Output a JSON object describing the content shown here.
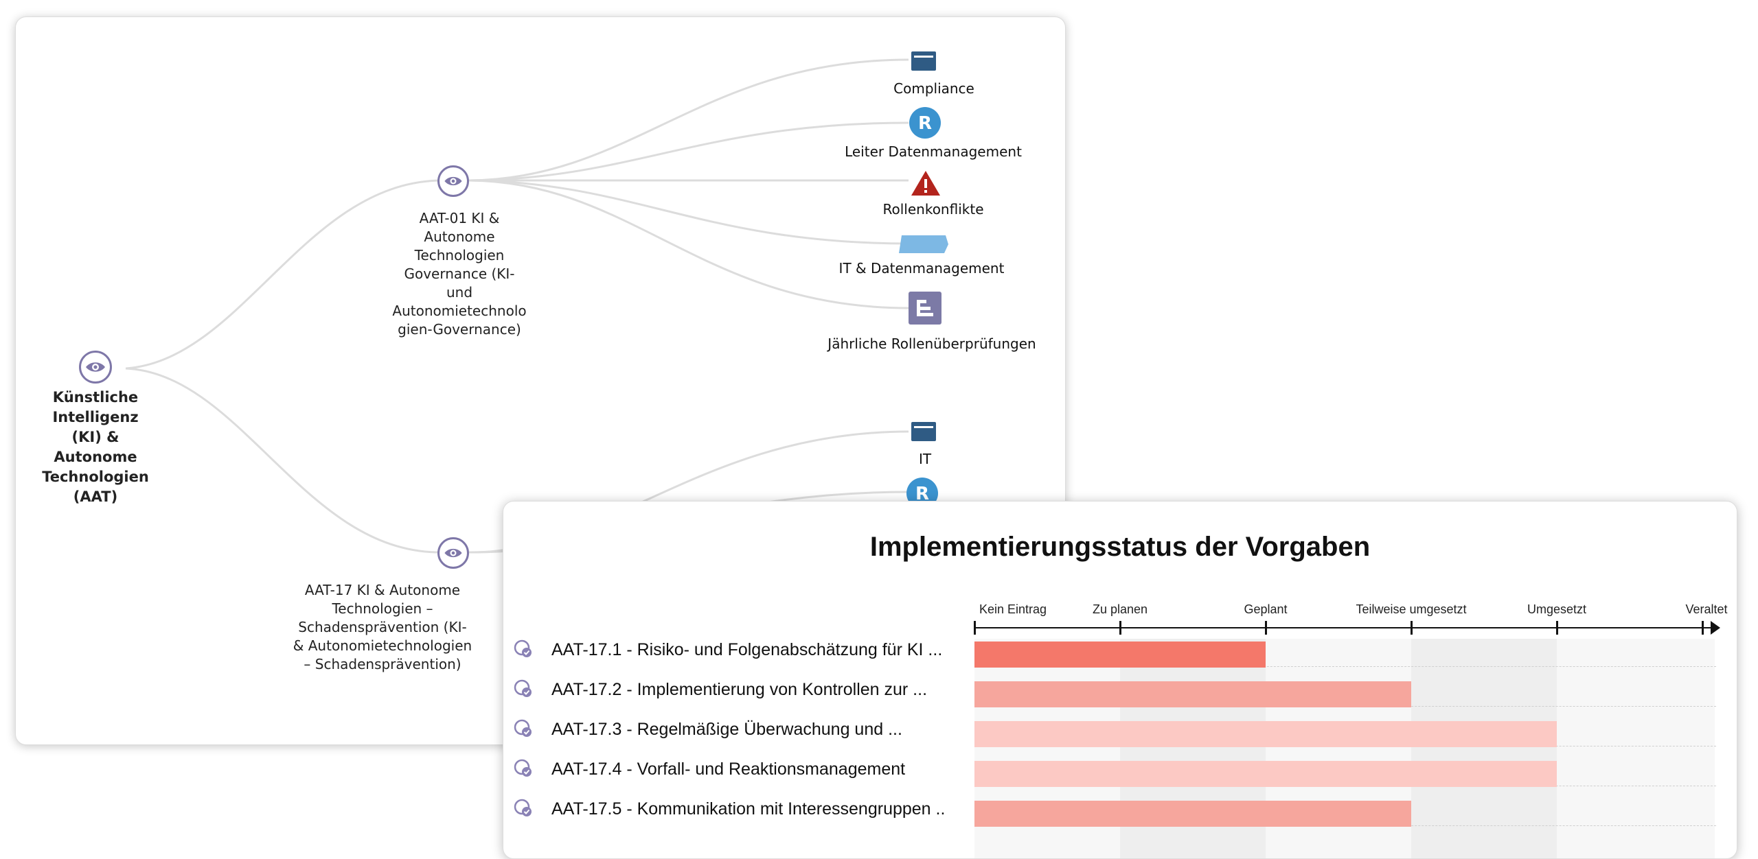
{
  "colors": {
    "eye": "#7e77a8",
    "edge": "#dcdcdc",
    "compliance_icon": "#2f5b84",
    "leiter_icon": "#3b93cf",
    "warning_icon": "#b3241d",
    "it_icon": "#7db8e4",
    "review_icon": "#7c7aa6",
    "bar_geplant": "#f4786a",
    "bar_teilweise": "#f6a69d",
    "bar_umgesetzt": "#fcc9c4"
  },
  "mindmap": {
    "root": {
      "label": "Künstliche Intelligenz (KI) & Autonome Technologien (AAT)",
      "icon": "eye-icon"
    },
    "aat01": {
      "label": "AAT-01 KI & Autonome Technologien Governance (KI- und Autonomietechnolo gien-Governance)",
      "icon": "eye-icon"
    },
    "aat17": {
      "label": "AAT-17 KI & Autonome Technologien – Schadensprävention (KI- & Autonomietechnologien – Schadensprävention)",
      "icon": "eye-icon"
    },
    "leaves": [
      {
        "label": "Compliance",
        "icon": "document-icon"
      },
      {
        "label": "Leiter Datenmanagement",
        "icon": "role-r-icon"
      },
      {
        "label": "Rollenkonflikte",
        "icon": "warning-icon"
      },
      {
        "label": "IT & Datenmanagement",
        "icon": "tag-icon"
      },
      {
        "label": "Jährliche Rollenüberprüfungen",
        "icon": "hierarchy-icon"
      },
      {
        "label": "IT",
        "icon": "document-icon"
      },
      {
        "label": "",
        "icon": "role-r-icon"
      }
    ]
  },
  "status": {
    "title": "Implementierungsstatus der Vorgaben",
    "stages": [
      "Kein Eintrag",
      "Zu planen",
      "Geplant",
      "Teilweise umgesetzt",
      "Umgesetzt",
      "Veraltet"
    ],
    "rows": [
      {
        "label": "AAT-17.1 - Risiko- und Folgenabschätzung für KI ...",
        "status": "Geplant",
        "level": 2
      },
      {
        "label": "AAT-17.2 - Implementierung von Kontrollen zur ...",
        "status": "Teilweise umgesetzt",
        "level": 3
      },
      {
        "label": "AAT-17.3 - Regelmäßige Überwachung und ...",
        "status": "Umgesetzt",
        "level": 4
      },
      {
        "label": "AAT-17.4 - Vorfall- und Reaktionsmanagement",
        "status": "Umgesetzt",
        "level": 4
      },
      {
        "label": "AAT-17.5 - Kommunikation mit Interessengruppen ..",
        "status": "Teilweise umgesetzt",
        "level": 3
      }
    ]
  }
}
